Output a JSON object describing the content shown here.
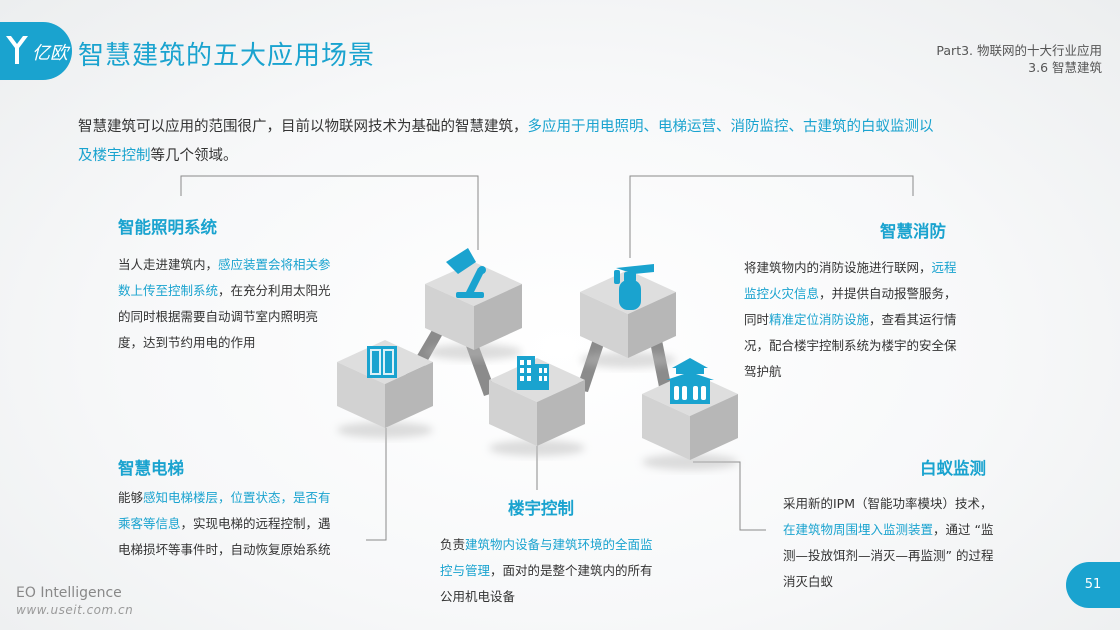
{
  "header": {
    "logo_text": "亿欧",
    "title": "智慧建筑的五大应用场景",
    "part": "Part3. 物联网的十大行业应用",
    "subsection": "3.6 智慧建筑"
  },
  "intro": {
    "text_plain": "智慧建筑可以应用的范围很广，目前以物联网技术为基础的智慧建筑，",
    "text_highlight_1": "多应用于用电照明、电梯运营、消防监控、古建筑的白蚁监测以",
    "text_highlight_2": "及楼宇控制",
    "text_end": "等几个领域。"
  },
  "sections": {
    "lighting": {
      "title": "智能照明系统",
      "p1": "当人走进建筑内，",
      "h1": "感应装置会将相关参数上传至控制系统",
      "p2": "，在充分利用太阳光的同时根据需要自动调节室内照明亮度，达到节约用电的作用"
    },
    "elevator": {
      "title": "智慧电梯",
      "p1": "能够",
      "h1": "感知电梯楼层，位置状态，是否有乘客等信息",
      "p2": "，实现电梯的远程控制，遇电梯损坏等事件时，自动恢复原始系统"
    },
    "building": {
      "title": "楼宇控制",
      "p1": "负责",
      "h1": "建筑物内设备与建筑环境的全面监控与管理",
      "p2": "，面对的是整个建筑内的所有公用机电设备"
    },
    "fire": {
      "title": "智慧消防",
      "p1": "将建筑物内的消防设施进行联网，",
      "h1": "远程监控火灾信息",
      "p2": "，并提供自动报警服务，同时",
      "h2": "精准定位消防设施",
      "p3": "，查看其运行情况，配合楼宇控制系统为楼宇的安全保驾护航"
    },
    "termite": {
      "title": "白蚁监测",
      "p1": "采用新的IPM（智能功率模块）技术，",
      "h1": "在建筑物周围埋入监测装置",
      "p2": "，通过 “监测—投放饵剂—消灭—再监测” 的过程消灭白蚁"
    }
  },
  "footer": {
    "brand": "EO Intelligence",
    "url": "www.useit.com.cn",
    "page_number": "51"
  },
  "colors": {
    "accent": "#1aa3cf",
    "cube_top": "#dedede",
    "cube_left": "#d2d2d2",
    "cube_right": "#b7b7b7",
    "strut": "#8b8b8b"
  }
}
